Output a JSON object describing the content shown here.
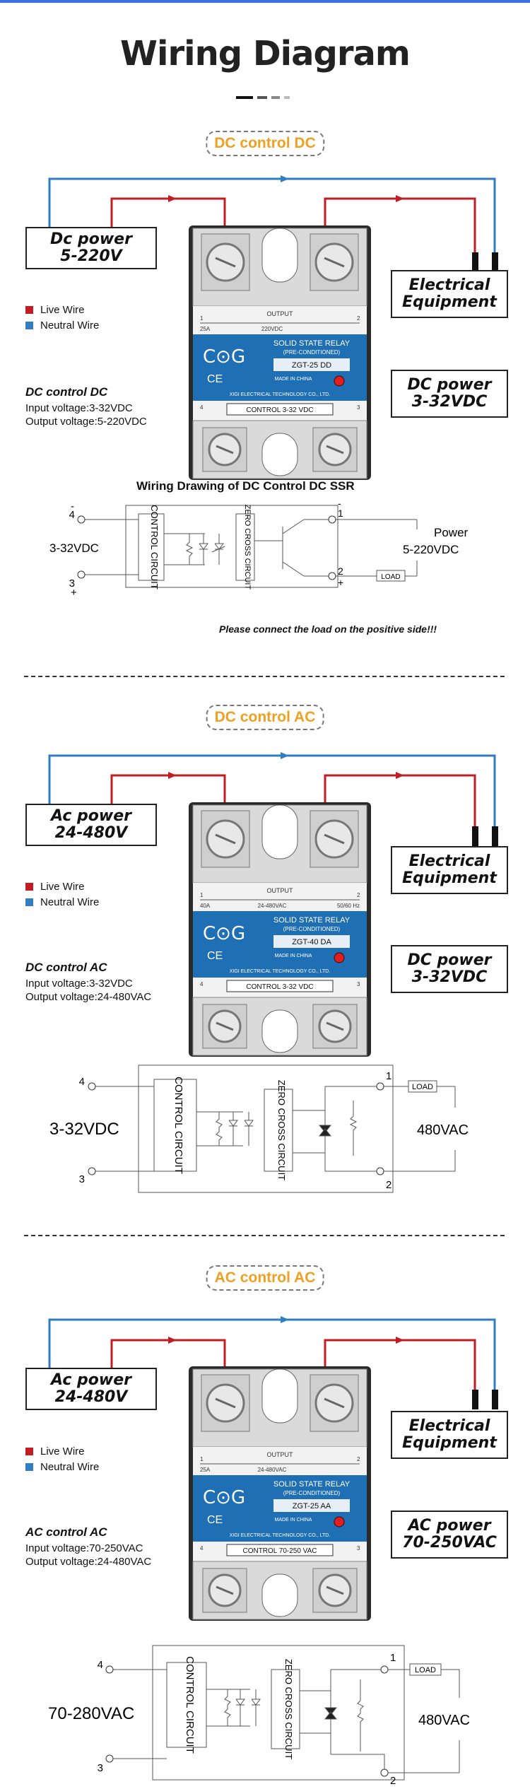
{
  "header": {
    "title": "Wiring Diagram"
  },
  "legend": {
    "live": "Live Wire",
    "neutral": "Neutral Wire"
  },
  "colors": {
    "live": "#c21d22",
    "neutral": "#2f7ec4",
    "title_accent": "#f0a020",
    "relay_blue": "#1f6fb5"
  },
  "relay_common": {
    "output": "OUTPUT",
    "brand": "C⊙G",
    "model_line1": "SOLID STATE RELAY",
    "model_line2": "(PRE-CONDITIONED)",
    "made_in": "MADE IN CHINA",
    "company": "XIGI ELECTRICAL TECHNOLOGY CO., LTD.",
    "ce": "CE"
  },
  "sections": [
    {
      "title": "DC control DC",
      "input_power": [
        "Dc power",
        "5-220V"
      ],
      "equipment": [
        "Electrical",
        "Equipment"
      ],
      "control_power": [
        "DC power",
        "3-32VDC"
      ],
      "desc_title": "DC control DC",
      "desc_input": "Input voltage:3-32VDC",
      "desc_output": "Output voltage:5-220VDC",
      "relay": {
        "rating": "25A",
        "output_volt": "220VDC",
        "freq": "",
        "model": "ZGT-25 DD",
        "control": "CONTROL 3-32 VDC"
      },
      "schematic": {
        "title": "Wiring Drawing of DC Control DC SSR",
        "left_voltage": "3-32VDC",
        "right_voltage": "5-220VDC",
        "power_label": "Power",
        "control_block": "CONTROL CIRCUIT",
        "zero_block": "ZERO CROSS CIRCUIT",
        "load": "LOAD",
        "term_in_top": "4",
        "term_in_bottom": "3",
        "term_in_top_sign": "-",
        "term_in_bottom_sign": "+",
        "term_out_top": "1",
        "term_out_bottom": "2",
        "term_out_top_sign": "-",
        "term_out_bottom_sign": "+",
        "note": "Please connect the load on the positive side!!!"
      }
    },
    {
      "title": "DC control AC",
      "input_power": [
        "Ac power",
        "24-480V"
      ],
      "equipment": [
        "Electrical",
        "Equipment"
      ],
      "control_power": [
        "DC power",
        "3-32VDC"
      ],
      "desc_title": "DC control AC",
      "desc_input": "Input voltage:3-32VDC",
      "desc_output": "Output voltage:24-480VAC",
      "relay": {
        "rating": "40A",
        "output_volt": "24-480VAC",
        "freq": "50/60 Hz",
        "model": "ZGT-40 DA",
        "control": "CONTROL 3-32 VDC"
      },
      "schematic": {
        "left_voltage": "3-32VDC",
        "right_voltage": "480VAC",
        "control_block": "CONTROL CIRCUIT",
        "zero_block": "ZERO CROSS CIRCUIT",
        "load": "LOAD",
        "term_in_top": "4",
        "term_in_bottom": "3",
        "term_out_top": "1",
        "term_out_bottom": "2"
      }
    },
    {
      "title": "AC control AC",
      "input_power": [
        "Ac power",
        "24-480V"
      ],
      "equipment": [
        "Electrical",
        "Equipment"
      ],
      "control_power": [
        "AC power",
        "70-250VAC"
      ],
      "desc_title": "AC control AC",
      "desc_input": "Input voltage:70-250VAC",
      "desc_output": "Output voltage:24-480VAC",
      "relay": {
        "rating": "25A",
        "output_volt": "24-480VAC",
        "freq": "",
        "model": "ZGT-25 AA",
        "control": "CONTROL 70-250 VAC"
      },
      "schematic": {
        "left_voltage": "70-280VAC",
        "right_voltage": "480VAC",
        "control_block": "CONTROL CIRCUIT",
        "zero_block": "ZERO CROSS CIRCUIT",
        "load": "LOAD",
        "term_in_top": "4",
        "term_in_bottom": "3",
        "term_out_top": "1",
        "term_out_bottom": "2"
      }
    }
  ]
}
